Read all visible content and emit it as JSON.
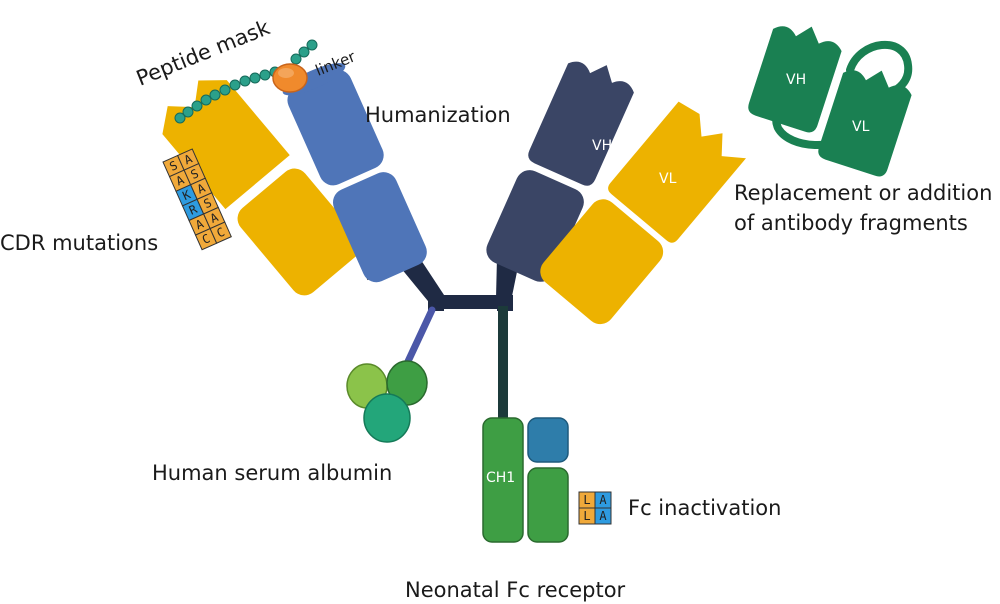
{
  "labels": {
    "peptide_mask": "Peptide mask",
    "linker": "linker",
    "humanization": "Humanization",
    "cdr_mutations": "CDR mutations",
    "replacement_line1": "Replacement or addition",
    "replacement_line2": "of antibody fragments",
    "human_serum_albumin": "Human serum albumin",
    "fc_inactivation": "Fc inactivation",
    "neonatal_fc_receptor": "Neonatal Fc receptor"
  },
  "domains": {
    "vh": "VH",
    "vl": "VL",
    "ch1": "CH1",
    "scfv_vh": "VH",
    "scfv_vl": "VL"
  },
  "cdr_sequence": {
    "rows": [
      [
        "S",
        "A"
      ],
      [
        "A",
        "S"
      ],
      [
        "K",
        "A"
      ],
      [
        "R",
        "S"
      ],
      [
        "A",
        "A"
      ],
      [
        "C",
        "C"
      ]
    ]
  },
  "fc_mutation": {
    "rows": [
      [
        "L",
        "A"
      ],
      [
        "L",
        "A"
      ]
    ]
  },
  "colors": {
    "yellow": "#EDB200",
    "blue_heavy": "#4F75B8",
    "navy_heavy": "#3A4565",
    "green_fc": "#3E9E44",
    "teal_fcrn": "#2E7DAA",
    "dark_stem": "#1C3A3A",
    "scfv_green": "#1A8052",
    "mask_bead": "#2BA08A",
    "cdr_orange": "#F0A93A",
    "cdr_blue": "#2E9BE0"
  }
}
